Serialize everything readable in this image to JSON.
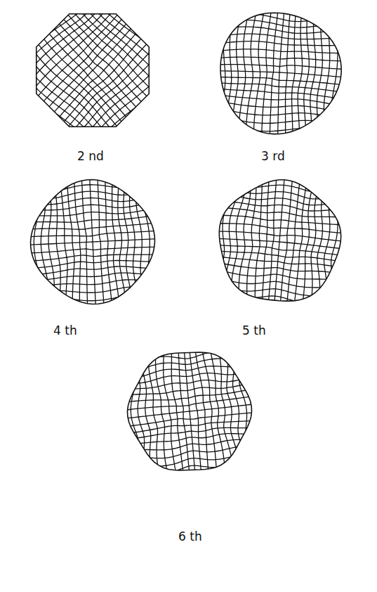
{
  "diagram": {
    "labels": [
      "2 nd",
      "3 rd",
      "4 th",
      "5 th",
      "6 th"
    ]
  }
}
